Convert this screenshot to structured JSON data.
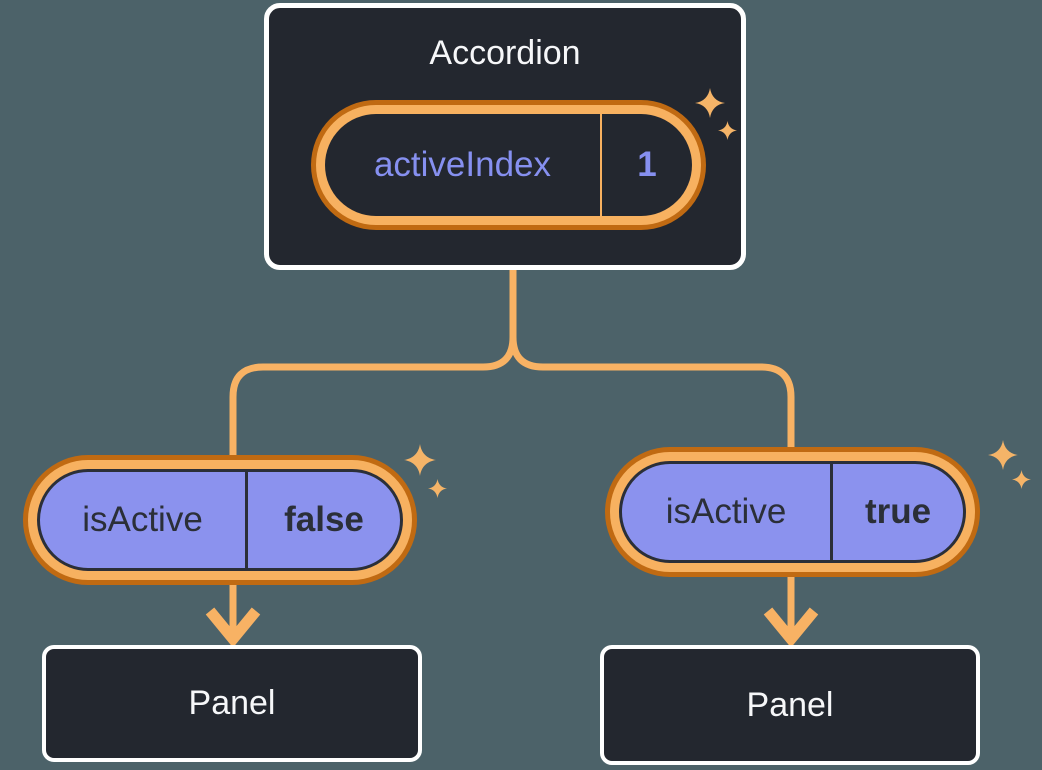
{
  "colors": {
    "canvas_bg": "#4C6269",
    "node_bg": "#23272F",
    "node_border": "#FFFFFF",
    "line_orange": "#F8B264",
    "ring_outer_orange": "#C06A12",
    "ring_inner_orange": "#F7B160",
    "purple_fill": "#8B92EE",
    "purple_text": "#8690F0",
    "dark_text": "#2B2F38",
    "outline_dark": "#2B2F38",
    "light_text": "#F6F7F9",
    "sparkle_orange": "#F5B468"
  },
  "accordion": {
    "title": "Accordion",
    "state_pill": {
      "label": "activeIndex",
      "value": "1"
    }
  },
  "children": [
    {
      "pill": {
        "label": "isActive",
        "value": "false"
      },
      "panel": {
        "title": "Panel"
      }
    },
    {
      "pill": {
        "label": "isActive",
        "value": "true"
      },
      "panel": {
        "title": "Panel"
      }
    }
  ],
  "icons": {
    "sparkle": "four-point-star",
    "arrow": "chevron-down-arrow"
  }
}
